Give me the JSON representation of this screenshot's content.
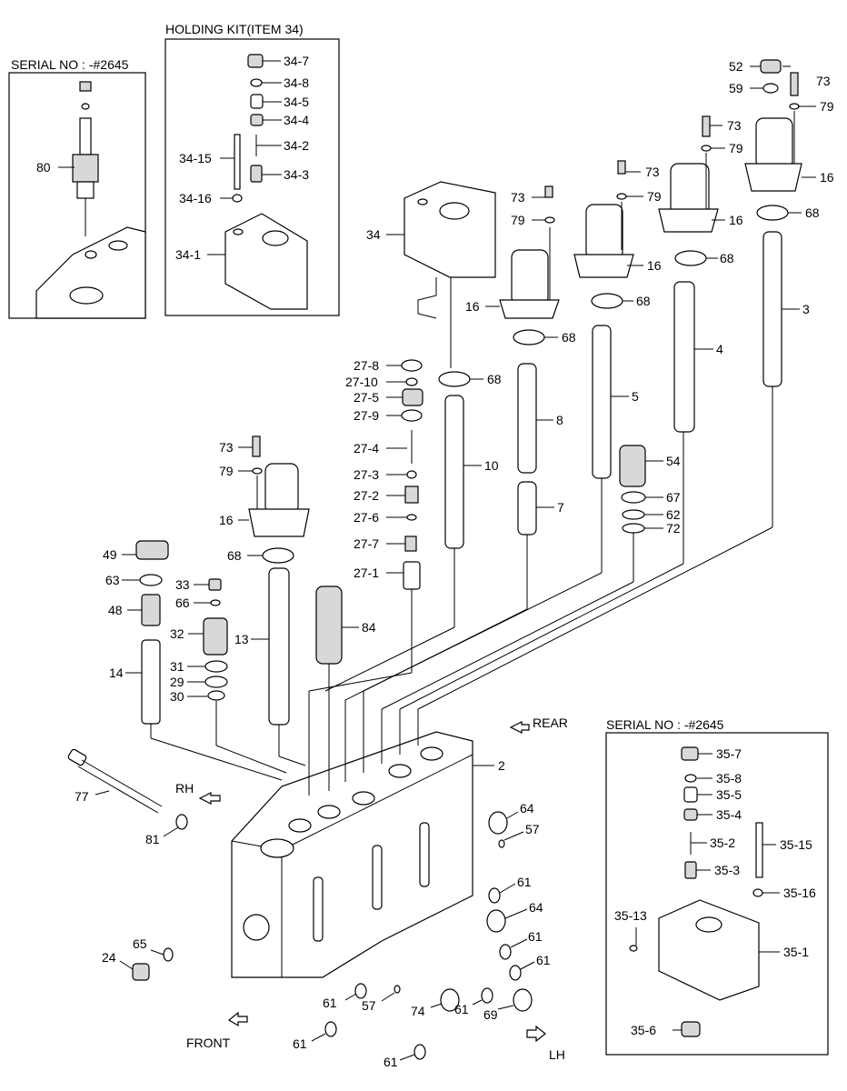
{
  "insets": {
    "serial_top_left": "SERIAL NO : -#2645",
    "holding_kit": "HOLDING KIT(ITEM 34)",
    "serial_bottom_right": "SERIAL NO : -#2645"
  },
  "directions": {
    "rear": "REAR",
    "rh": "RH",
    "front": "FRONT",
    "lh": "LH"
  },
  "labels": {
    "p80": "80",
    "k34_7": "34-7",
    "k34_8": "34-8",
    "k34_5": "34-5",
    "k34_4": "34-4",
    "k34_2": "34-2",
    "k34_15": "34-15",
    "k34_3": "34-3",
    "k34_16": "34-16",
    "k34_1": "34-1",
    "p34": "34",
    "p73a": "73",
    "p79a": "79",
    "p16a": "16",
    "p73b": "73",
    "p79b": "79",
    "p16b": "16",
    "p73c": "73",
    "p79c": "79",
    "p16c": "16",
    "p52": "52",
    "p59": "59",
    "p73d": "73",
    "p79d": "79",
    "p16d": "16",
    "p68a": "68",
    "p68b": "68",
    "p68c": "68",
    "p68d": "68",
    "p68e": "68",
    "p68f": "68",
    "p3": "3",
    "p4": "4",
    "p5": "5",
    "p8": "8",
    "p10": "10",
    "p7": "7",
    "p54": "54",
    "p67": "67",
    "p62": "62",
    "p72": "72",
    "k27_8": "27-8",
    "k27_10": "27-10",
    "k27_5": "27-5",
    "k27_9": "27-9",
    "k27_4": "27-4",
    "k27_3": "27-3",
    "k27_2": "27-2",
    "k27_6": "27-6",
    "k27_7": "27-7",
    "k27_1": "27-1",
    "p73e": "73",
    "p79e": "79",
    "p16e": "16",
    "p49": "49",
    "p63": "63",
    "p48": "48",
    "p33": "33",
    "p66": "66",
    "p32": "32",
    "p13": "13",
    "p84": "84",
    "p14": "14",
    "p31": "31",
    "p29": "29",
    "p30": "30",
    "p2": "2",
    "p77": "77",
    "p81": "81",
    "p64a": "64",
    "p57a": "57",
    "p61a": "61",
    "p64b": "64",
    "p61b": "61",
    "p61c": "61",
    "p65": "65",
    "p24": "24",
    "p61d": "61",
    "p57b": "57",
    "p74": "74",
    "p61e": "61",
    "p69": "69",
    "p61f": "61",
    "p61g": "61",
    "k35_7": "35-7",
    "k35_8": "35-8",
    "k35_5": "35-5",
    "k35_4": "35-4",
    "k35_2": "35-2",
    "k35_15": "35-15",
    "k35_3": "35-3",
    "k35_16": "35-16",
    "k35_13": "35-13",
    "k35_1": "35-1",
    "k35_6": "35-6"
  }
}
